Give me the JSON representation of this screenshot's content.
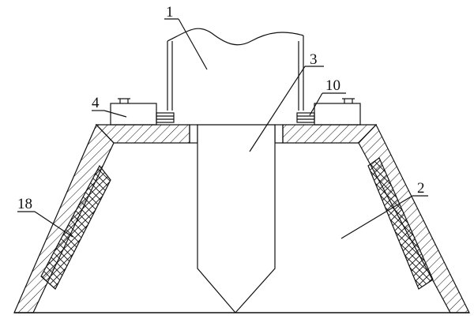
{
  "diagram": {
    "labels": {
      "part_1": "1",
      "part_2": "2",
      "part_3": "3",
      "part_4": "4",
      "part_10": "10",
      "part_18": "18"
    },
    "colors": {
      "line": "#111111",
      "background": "#ffffff"
    }
  }
}
